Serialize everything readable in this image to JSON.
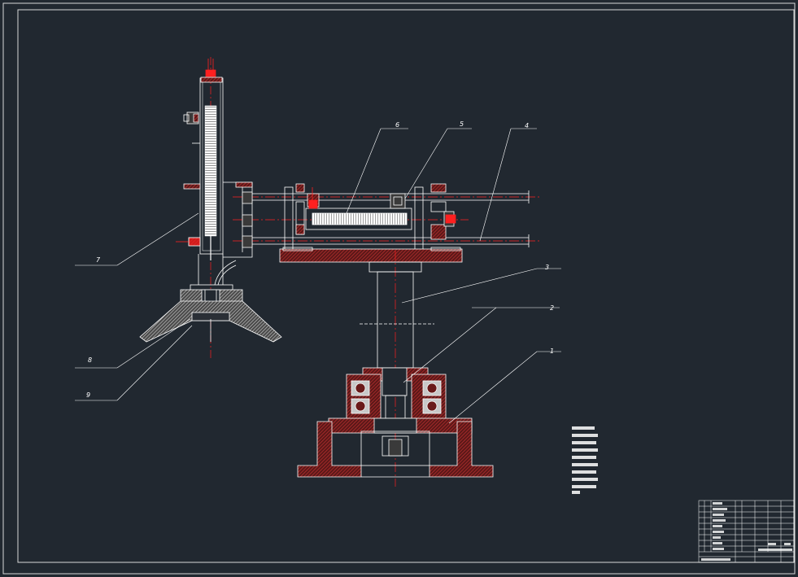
{
  "drawing": {
    "background_color": "#212830",
    "line_color": "#ffffff",
    "centerline_color": "#ff2020",
    "hatch_color": "#8a2020"
  },
  "callouts": [
    {
      "number": "1"
    },
    {
      "number": "2"
    },
    {
      "number": "3"
    },
    {
      "number": "4"
    },
    {
      "number": "5"
    },
    {
      "number": "6"
    },
    {
      "number": "7"
    },
    {
      "number": "8"
    },
    {
      "number": "9"
    }
  ],
  "technical_notes": {
    "lines": [
      "",
      "",
      "",
      "",
      "",
      "",
      "",
      "",
      ""
    ]
  },
  "title_block": {
    "rows": [
      "",
      "",
      "",
      "",
      "",
      "",
      "",
      "",
      "",
      ""
    ]
  }
}
